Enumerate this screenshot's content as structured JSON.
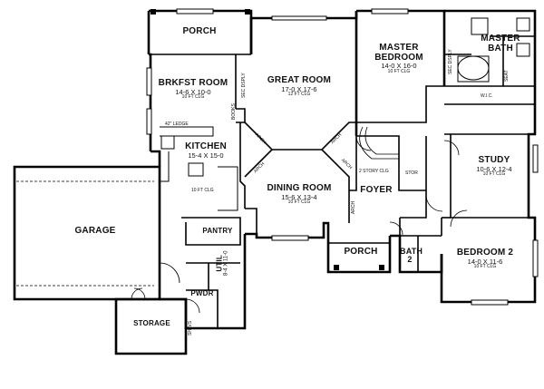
{
  "rooms": {
    "porch_top": {
      "name": "PORCH"
    },
    "breakfast": {
      "name": "BRKFST ROOM",
      "dims": "14-6 X 10-0",
      "ceiling": "10 FT CLG"
    },
    "great": {
      "name": "GREAT ROOM",
      "dims": "17-0 X 17-6",
      "ceiling": "12 FT CLG"
    },
    "master_bed": {
      "name": "MASTER BEDROOM",
      "name_line1": "MASTER",
      "name_line2": "BEDROOM",
      "dims": "14-0 X 16-0",
      "ceiling": "10 FT CLG"
    },
    "master_bath": {
      "name": "MASTER BATH",
      "name_line1": "MASTER",
      "name_line2": "BATH"
    },
    "kitchen": {
      "name": "KITCHEN",
      "dims": "15-4 X 15-0",
      "ceiling": "10 FT CLG"
    },
    "study": {
      "name": "STUDY",
      "dims": "10-6 X 12-4",
      "ceiling": "10 FT CLG"
    },
    "dining": {
      "name": "DINING ROOM",
      "dims": "15-6 X 13-4",
      "ceiling": "10 FT CLG"
    },
    "foyer": {
      "name": "FOYER",
      "note": "2 STORY CLG"
    },
    "garage": {
      "name": "GARAGE"
    },
    "pantry": {
      "name": "PANTRY"
    },
    "porch_front": {
      "name": "PORCH"
    },
    "bath2": {
      "name": "BATH 2",
      "name_line1": "BATH",
      "name_line2": "2"
    },
    "bedroom2": {
      "name": "BEDROOM 2",
      "dims": "14-0 X 11-6",
      "ceiling": "10 FT CLG"
    },
    "util": {
      "name": "UTIL",
      "dims": "8-4 X 11-0"
    },
    "pwdr": {
      "name": "PWDR"
    },
    "storage": {
      "name": "STORAGE"
    },
    "stor": {
      "name": "STOR"
    }
  },
  "annotations": {
    "ledge": "42\" LEDGE",
    "arch": "ARCH",
    "books": "BOOKS",
    "sec_display": "SEC DSPLY",
    "shelves": "SHLVS",
    "seat": "SEAT",
    "wic": "W.I.C."
  }
}
